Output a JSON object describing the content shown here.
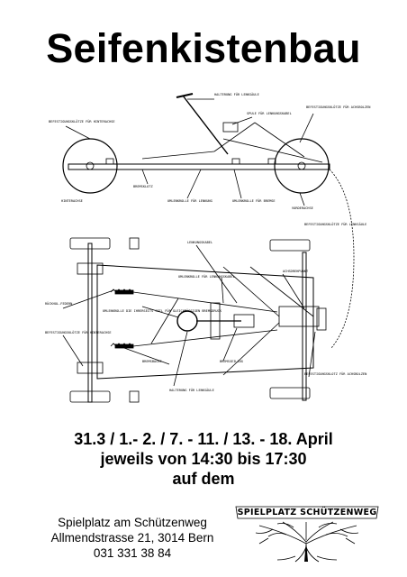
{
  "title": "Seifenkistenbau",
  "dates": {
    "line1": "31.3 / 1.- 2. / 7. - 11. / 13. - 18. April",
    "line2": "jeweils von 14:30 bis 17:30",
    "line3": "auf dem"
  },
  "address": {
    "line1": "Spielplatz am Schützenweg",
    "line2": "Allmendstrasse 21, 3014 Bern",
    "line3": "031 331 38 84"
  },
  "logo": {
    "text": "SPIELPLATZ SCHÜTZENWEG"
  },
  "diagram_labels": {
    "side_halterung": "HALTERUNG FÜR LENKSÄULE",
    "side_befestigung_hinten": "BEFESTIGUNGSKLÖTZE FÜR HINTERACHSE",
    "side_spule": "SPULE FÜR LENKUNGSKABEL",
    "side_befestigung_achs": "BEFESTIGUNGSKLÖTZE FÜR ACHSBOLZEN",
    "side_bremsklotz": "BREMSKLOTZ",
    "side_hinterachse": "HINTERACHSE",
    "side_umlenkrolle": "UMLENKROLLE FÜR LENKUNG",
    "side_umlenkrolle_bremse": "UMLENKROLLE FÜR BREMSE",
    "side_vorderachse": "VORDERACHSE",
    "top_befestigung_lenk": "BEFESTIGUNGSKLÖTZE FÜR LENKSÄULE",
    "top_lenkungskabel": "LENKUNGSKABEL",
    "top_umlenkrolle_kabel": "UMLENKROLLE FÜR LENKUNGSKABEL",
    "top_achsdrehpunkt": "ACHSDREHPUNKT",
    "top_rueckholfedern": "RÜCKHOL-FEDERN",
    "top_umlenkrolle_seil": "UMLENKROLLE DIE IHRERSEITS SEIL FÜR GLEICHMÄSSIGEN BREMSDRUCK",
    "top_befestigung_achse": "BEFESTIGUNGSKLÖTZE FÜR HINTERACHSE",
    "top_bremsbacke": "BREMSBACKE",
    "top_bremsseilzug": "BREMSSEILZUG",
    "top_halterung": "HALTERUNG FÜR LENKSÄULE",
    "top_befestigung_achsbolzen": "BEFESTIGUNGSKLOTZ FÜR ACHSBOLZEN"
  }
}
